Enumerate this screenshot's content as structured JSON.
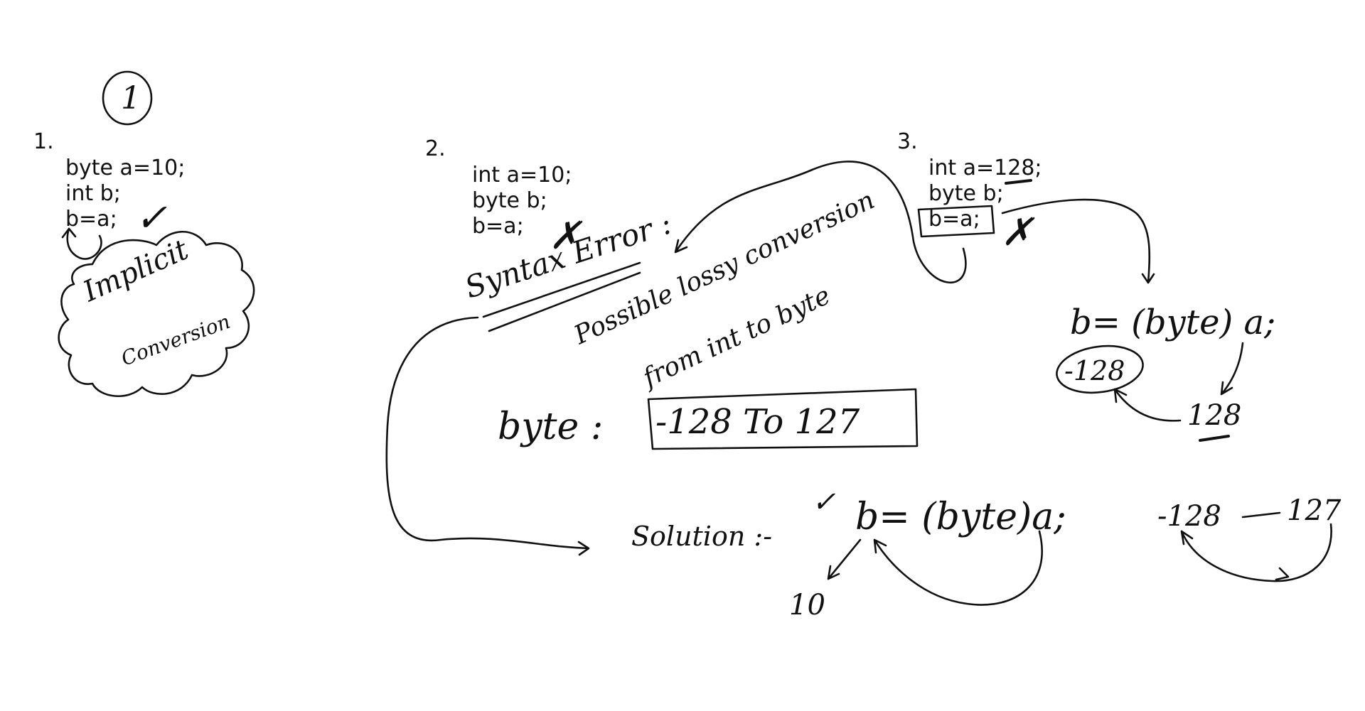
{
  "page_marker": "1",
  "ink_color": "#111111",
  "background_color": "#ffffff",
  "example1": {
    "number": "1.",
    "code": [
      "byte a=10;",
      "int b;",
      "b=a;"
    ],
    "mark": "✓",
    "note_line1": "Implicit",
    "note_line2": "Conversion"
  },
  "example2": {
    "number": "2.",
    "code": [
      "int a=10;",
      "byte b;",
      "b=a;"
    ],
    "mark": "✗",
    "error_label": "Syntax Error :",
    "message_line1": "Possible lossy conversion",
    "message_line2": "from int to byte",
    "range_label": "byte :",
    "range_value": "-128 To 127",
    "solution_label": "Solution :-",
    "solution_mark": "✓",
    "solution_code": "b= (byte)a;",
    "solution_result": "10"
  },
  "example3": {
    "number": "3.",
    "code": [
      "int a=128;",
      "byte b;",
      "b=a;"
    ],
    "mark": "✗",
    "cast_code": "b= (byte) a;",
    "result_value": "-128",
    "input_value": "128",
    "range_low": "-128",
    "range_high": "127"
  }
}
